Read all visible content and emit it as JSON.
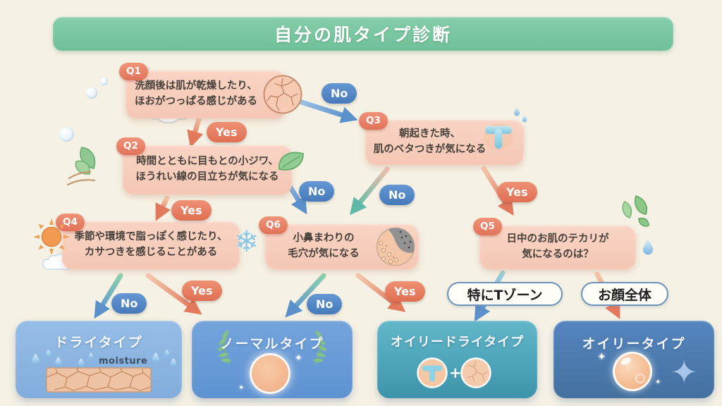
{
  "title": "自分の肌タイプ診断",
  "answers": {
    "yes": "Yes",
    "no": "No"
  },
  "questions": {
    "q1": {
      "badge": "Q1",
      "line1": "洗顔後は肌が乾燥したり、",
      "line2": "ほおがつっぱる感じがある"
    },
    "q2": {
      "badge": "Q2",
      "line1": "時間とともに目もとの小ジワ、",
      "line2": "ほうれい線の目立ちが気になる"
    },
    "q3": {
      "badge": "Q3",
      "line1": "朝起きた時、",
      "line2": "肌のベタつきが気になる"
    },
    "q4": {
      "badge": "Q4",
      "line1": "季節や環境で脂っぽく感じたり、",
      "line2": "カサつきを感じることがある"
    },
    "q5": {
      "badge": "Q5",
      "line1": "日中のお肌のテカリが",
      "line2": "気になるのは？"
    },
    "q6": {
      "badge": "Q6",
      "line1": "小鼻まわりの",
      "line2": "毛穴が気になる"
    }
  },
  "branches": {
    "t_zone": "特にTゾーン",
    "whole_face": "お顔全体"
  },
  "results": {
    "dry": {
      "label": "ドライタイプ",
      "moisture": "moisture"
    },
    "normal": {
      "label": "ノーマルタイプ"
    },
    "oily_dry": {
      "label": "オイリードライタイプ",
      "plus": "+"
    },
    "oily": {
      "label": "オイリータイプ"
    }
  },
  "icons": {
    "snowflake": "❄",
    "sparkle": "✦",
    "diamond": "✦"
  },
  "colors": {
    "background": "#f5f1e4",
    "title_bar": "#7cc7a2",
    "question_box": "#f7cebc",
    "q_badge": "#e8836e",
    "yes_pill": "#e57a5d",
    "no_pill": "#4e86c6",
    "teal_arrow": "#5fb8a8",
    "blue_arrow": "#5b90cb",
    "orange_arrow": "#e2795c",
    "dry_box": "#8cb5e2",
    "normal_box": "#6a9cd8",
    "oily_dry_box": "#45a0b5",
    "oily_box": "#4b7cb8"
  }
}
